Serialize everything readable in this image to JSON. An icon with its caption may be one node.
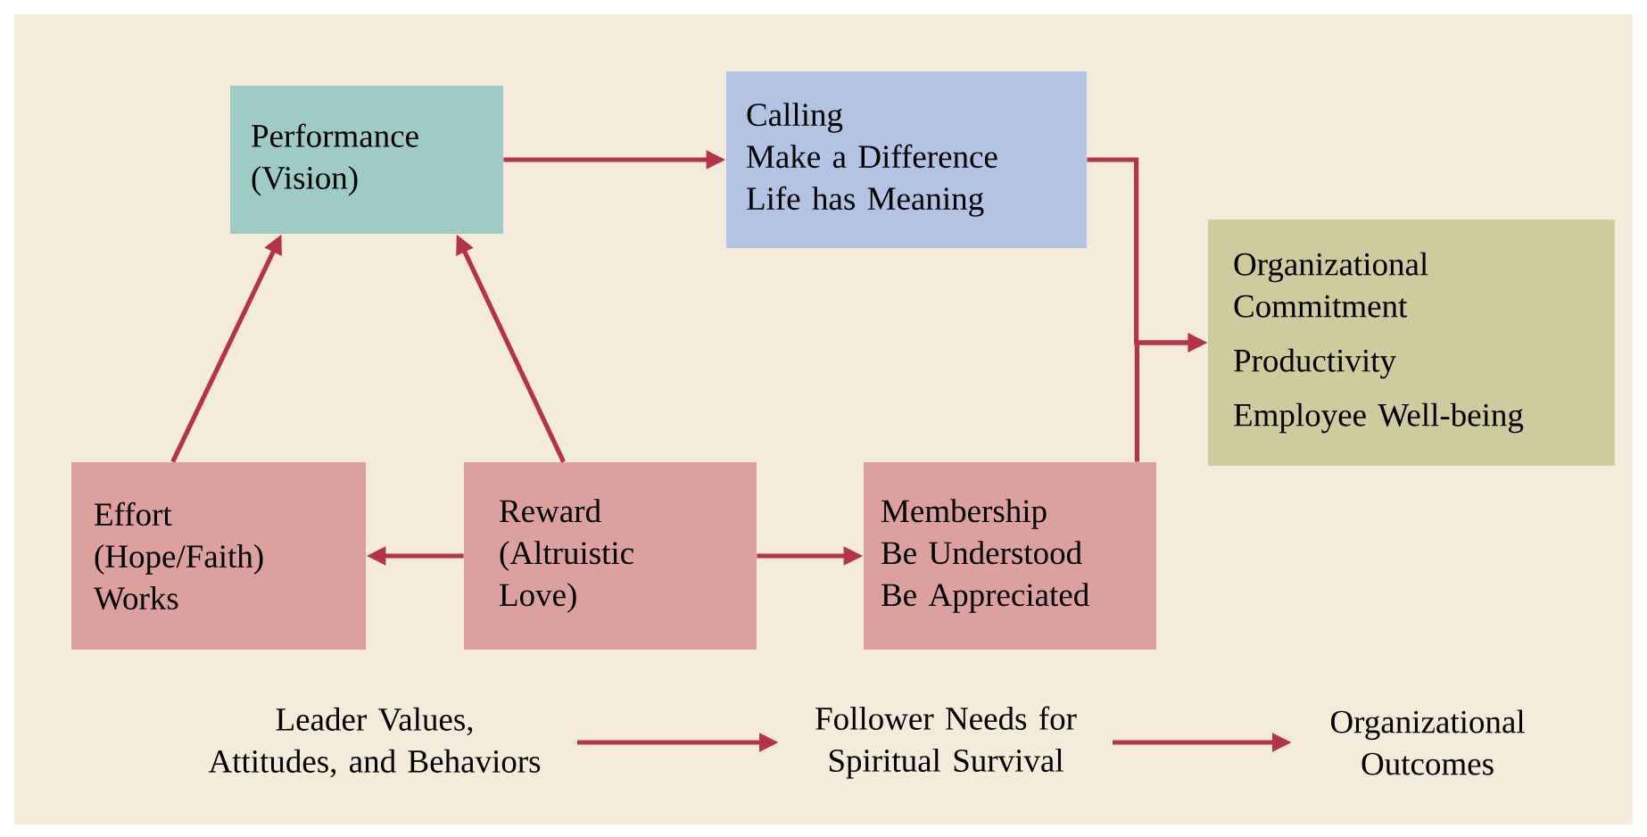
{
  "diagram": {
    "nodes": [
      {
        "text": [
          "Performance",
          "(Vision)"
        ]
      },
      {
        "text": [
          "Calling",
          "Make a Difference",
          "Life has Meaning"
        ]
      },
      {
        "text": [
          "Organizational Commitment",
          "Productivity",
          "Employee Well-being"
        ]
      },
      {
        "text": [
          "Effort",
          "(Hope/Faith)",
          "Works"
        ]
      },
      {
        "text": [
          "Reward",
          "(Altruistic",
          "Love)"
        ]
      },
      {
        "text": [
          "Membership",
          "Be Understood",
          "Be Appreciated"
        ]
      },
      {
        "text": [
          "Leader Values, Attitudes, and Behaviors"
        ]
      },
      {
        "text": [
          "Follower Needs for Spiritual Survival"
        ]
      },
      {
        "text": [
          "Organizational Outcomes"
        ]
      }
    ],
    "edges": [
      {
        "from": 0,
        "to": 1,
        "arrow": "to"
      },
      {
        "from": 1,
        "to": 2,
        "arrow": "to"
      },
      {
        "from": 5,
        "to": 2,
        "arrow": "to"
      },
      {
        "from": 3,
        "to": 0,
        "arrow": "to"
      },
      {
        "from": 4,
        "to": 0,
        "arrow": "to"
      },
      {
        "from": 4,
        "to": 3,
        "arrow": "to"
      },
      {
        "from": 4,
        "to": 5,
        "arrow": "to"
      },
      {
        "from": 6,
        "to": 7,
        "arrow": "to"
      },
      {
        "from": 7,
        "to": 8,
        "arrow": "to"
      }
    ]
  }
}
